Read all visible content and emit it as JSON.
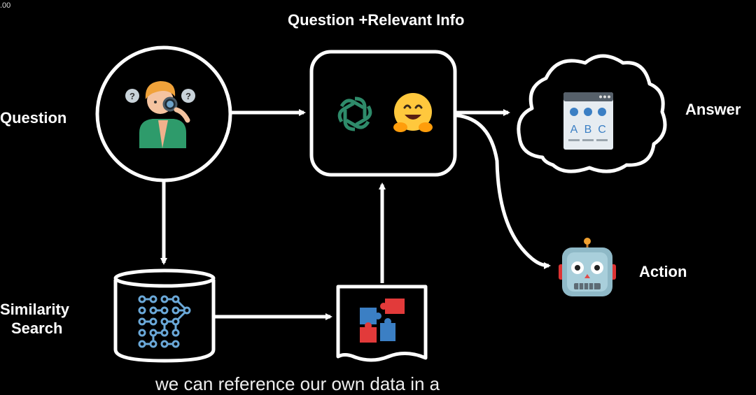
{
  "corner_text": ".00",
  "labels": {
    "top": "Question +Relevant Info",
    "question": "Question",
    "answer": "Answer",
    "action": "Action",
    "similarity_line1": "Similarity",
    "similarity_line2": "Search"
  },
  "answer_card_letters": [
    "A",
    "B",
    "C"
  ],
  "subtitle": "we can reference our own data in a",
  "colors": {
    "background": "#000000",
    "stroke": "#ffffff",
    "openai_green": "#2e8b6a",
    "hf_yellow": "#ffc83d",
    "vector_blue": "#6aa8d8",
    "puzzle_red": "#e23a3a",
    "puzzle_blue": "#3b7fc4",
    "robot_body": "#8fb9c7"
  },
  "icons": [
    "person-magnifier-icon",
    "openai-logo-icon",
    "huggingface-icon",
    "quiz-card-icon",
    "robot-icon",
    "vector-database-icon",
    "puzzle-document-icon"
  ]
}
